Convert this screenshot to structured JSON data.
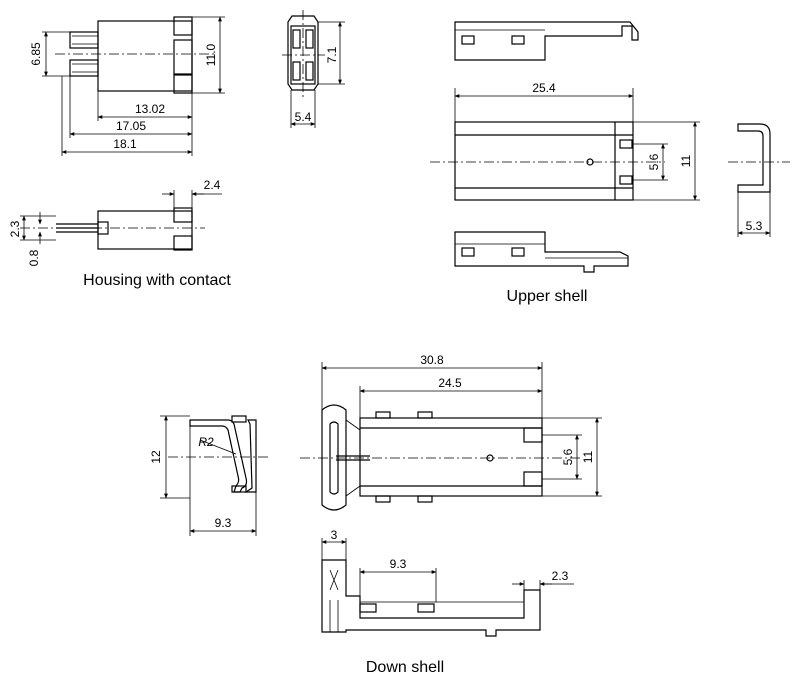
{
  "captions": {
    "housing": "Housing with contact",
    "upper": "Upper shell",
    "down": "Down shell"
  },
  "housing": {
    "dim_6_85": "6.85",
    "dim_11_0": "11.0",
    "dim_13_02": "13.02",
    "dim_17_05": "17.05",
    "dim_18_1": "18.1",
    "dim_7_1": "7.1",
    "dim_5_4": "5.4",
    "dim_2_4": "2.4",
    "dim_2_3": "2.3",
    "dim_0_8": "0.8"
  },
  "upper": {
    "dim_25_4": "25.4",
    "dim_5_6": "5.6",
    "dim_11": "11",
    "dim_5_3": "5.3"
  },
  "down": {
    "dim_12": "12",
    "dim_r2": "R2",
    "dim_9_3_side": "9.3",
    "dim_30_8": "30.8",
    "dim_24_5": "24.5",
    "dim_5_6": "5.6",
    "dim_11": "11",
    "dim_3": "3",
    "dim_9_3_top": "9.3",
    "dim_2_3": "2.3"
  }
}
